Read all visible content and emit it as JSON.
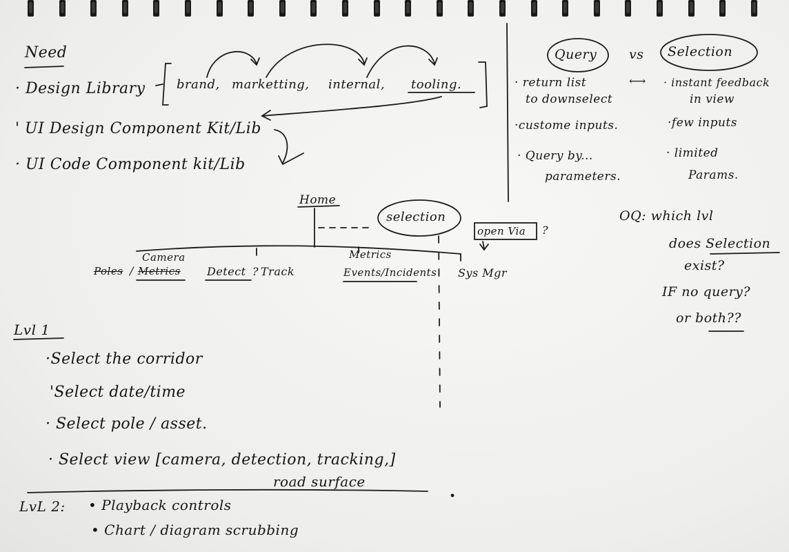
{
  "need": {
    "heading": "Need",
    "items": [
      "· Design Library",
      "' UI Design Component Kit/Lib",
      "· UI Code Component kit/Lib"
    ],
    "library_bracket": [
      "brand,",
      "marketting,",
      "internal,",
      "tooling."
    ]
  },
  "comparison": {
    "query": "Query",
    "vs": "vs",
    "selection": "Selection",
    "arrow": "⟷",
    "query_points": [
      "· return list",
      "to downselect",
      "·custome inputs.",
      "· Query by...",
      "parameters."
    ],
    "selection_points": [
      "· instant feedback",
      "in view",
      "·few inputs",
      "· limited",
      "Params."
    ]
  },
  "open_question": {
    "lines": [
      "OQ: which lvl",
      "does Selection",
      "exist?",
      "IF no query?",
      "or both??"
    ]
  },
  "nav": {
    "home": "Home",
    "selection": "selection",
    "open_via": "open Via",
    "open_via_q": "?",
    "down_arrow": "v",
    "poles": "Poles",
    "slash": "/",
    "camera": "Camera",
    "metrics_struck": "Metrics",
    "detect": "Detect",
    "detect_q": "?",
    "track": "Track",
    "metrics": "Metrics",
    "events": "Events/Incidents",
    "sys_mgr": "Sys Mgr"
  },
  "lvl1": {
    "heading": "Lvl 1",
    "items": [
      "·Select the corridor",
      "'Select date/time",
      "· Select pole / asset.",
      "· Select view [camera, detection, tracking,]"
    ],
    "view_extra": "road surface"
  },
  "lvl2": {
    "heading": "LvL 2:",
    "items": [
      "• Playback controls",
      "• Chart / diagram scrubbing"
    ]
  }
}
